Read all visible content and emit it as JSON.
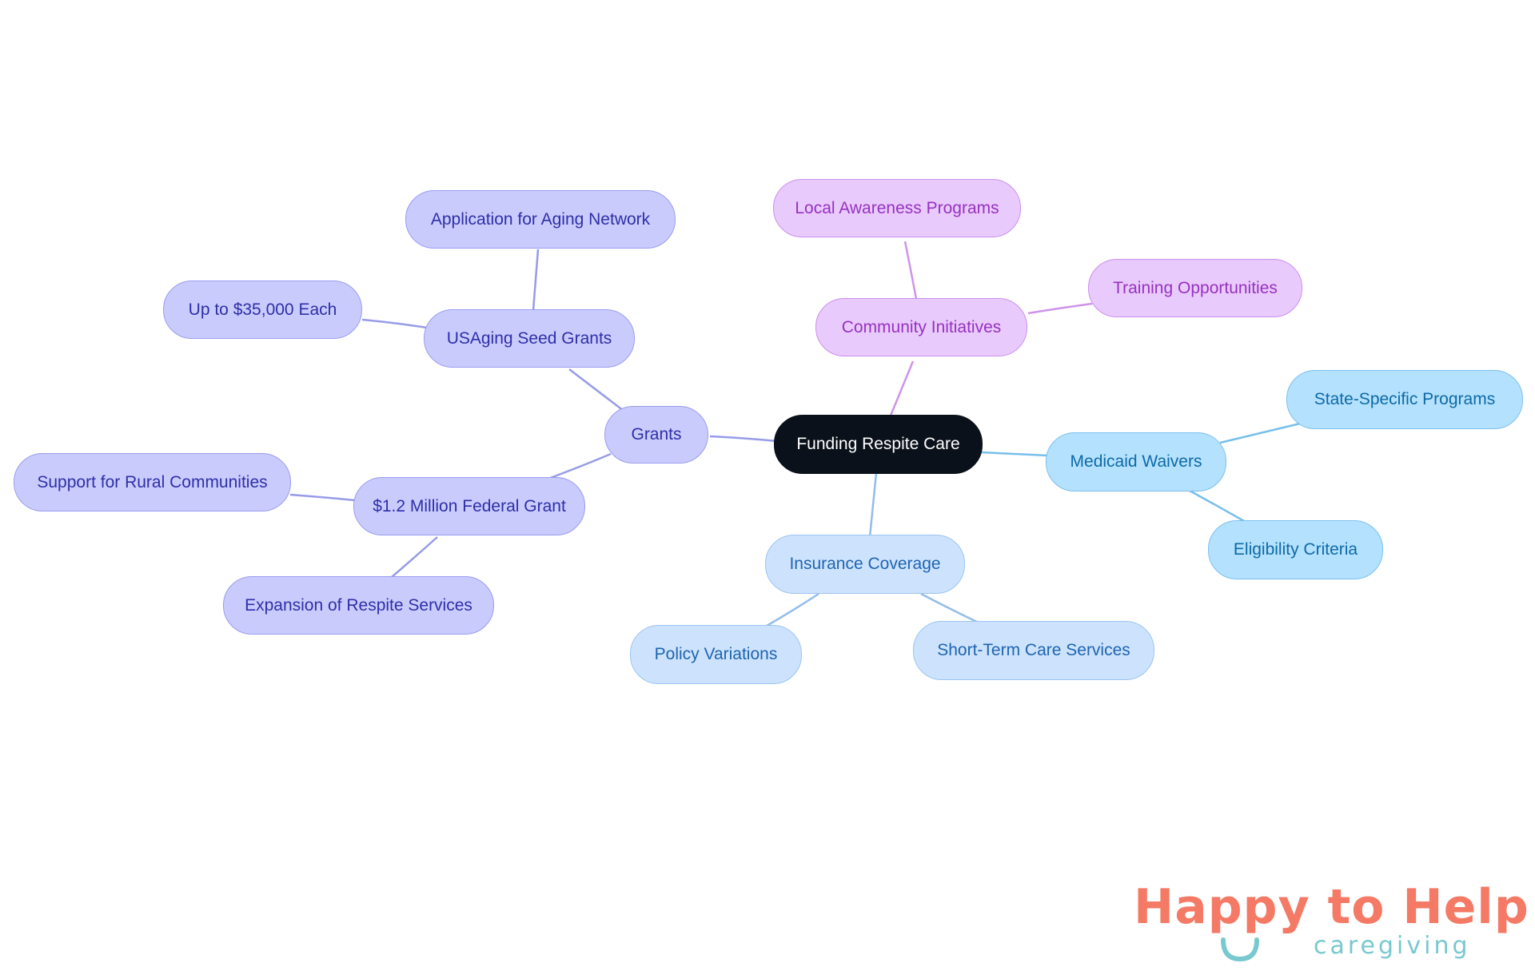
{
  "diagram": {
    "root": {
      "label": "Funding Respite Care"
    },
    "branches": {
      "grants": {
        "label": "Grants",
        "seed_grants": {
          "label": "USAging Seed Grants",
          "children": [
            "Application for Aging Network",
            "Up to $35,000 Each"
          ]
        },
        "federal_grant": {
          "label": "$1.2 Million Federal Grant",
          "children": [
            "Support for Rural Communities",
            "Expansion of Respite Services"
          ]
        }
      },
      "community": {
        "label": "Community Initiatives",
        "children": [
          "Local Awareness Programs",
          "Training Opportunities"
        ]
      },
      "medicaid": {
        "label": "Medicaid Waivers",
        "children": [
          "State-Specific Programs",
          "Eligibility Criteria"
        ]
      },
      "insurance": {
        "label": "Insurance Coverage",
        "children": [
          "Policy Variations",
          "Short-Term Care Services"
        ]
      }
    }
  },
  "logo": {
    "title": "Happy to Help",
    "subtitle": "caregiving"
  },
  "colors": {
    "root_fill": "#0b111a",
    "grants_fill": "#cacbfd",
    "grants_text": "#2e2fa8",
    "community_fill": "#e9cafd",
    "community_text": "#9632bf",
    "medicaid_fill": "#b4e1fd",
    "medicaid_text": "#0d6aa8",
    "insurance_fill": "#cde3fd",
    "insurance_text": "#1f64b0",
    "logo_title": "#f47a66",
    "logo_subtitle": "#78c9cf"
  }
}
